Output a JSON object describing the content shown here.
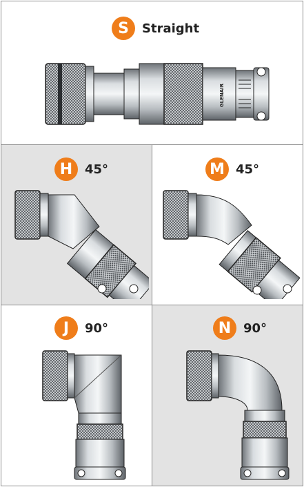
{
  "cells": [
    {
      "letter": "S",
      "label": "Straight"
    },
    {
      "letter": "H",
      "label": "45°"
    },
    {
      "letter": "M",
      "label": "45°"
    },
    {
      "letter": "J",
      "label": "90°"
    },
    {
      "letter": "N",
      "label": "90°"
    }
  ],
  "brand_text": "GLENAIR",
  "colors": {
    "badge": "#ef7d1a",
    "shaded_cell": "#e3e3e3",
    "border": "#8a8a8a"
  }
}
